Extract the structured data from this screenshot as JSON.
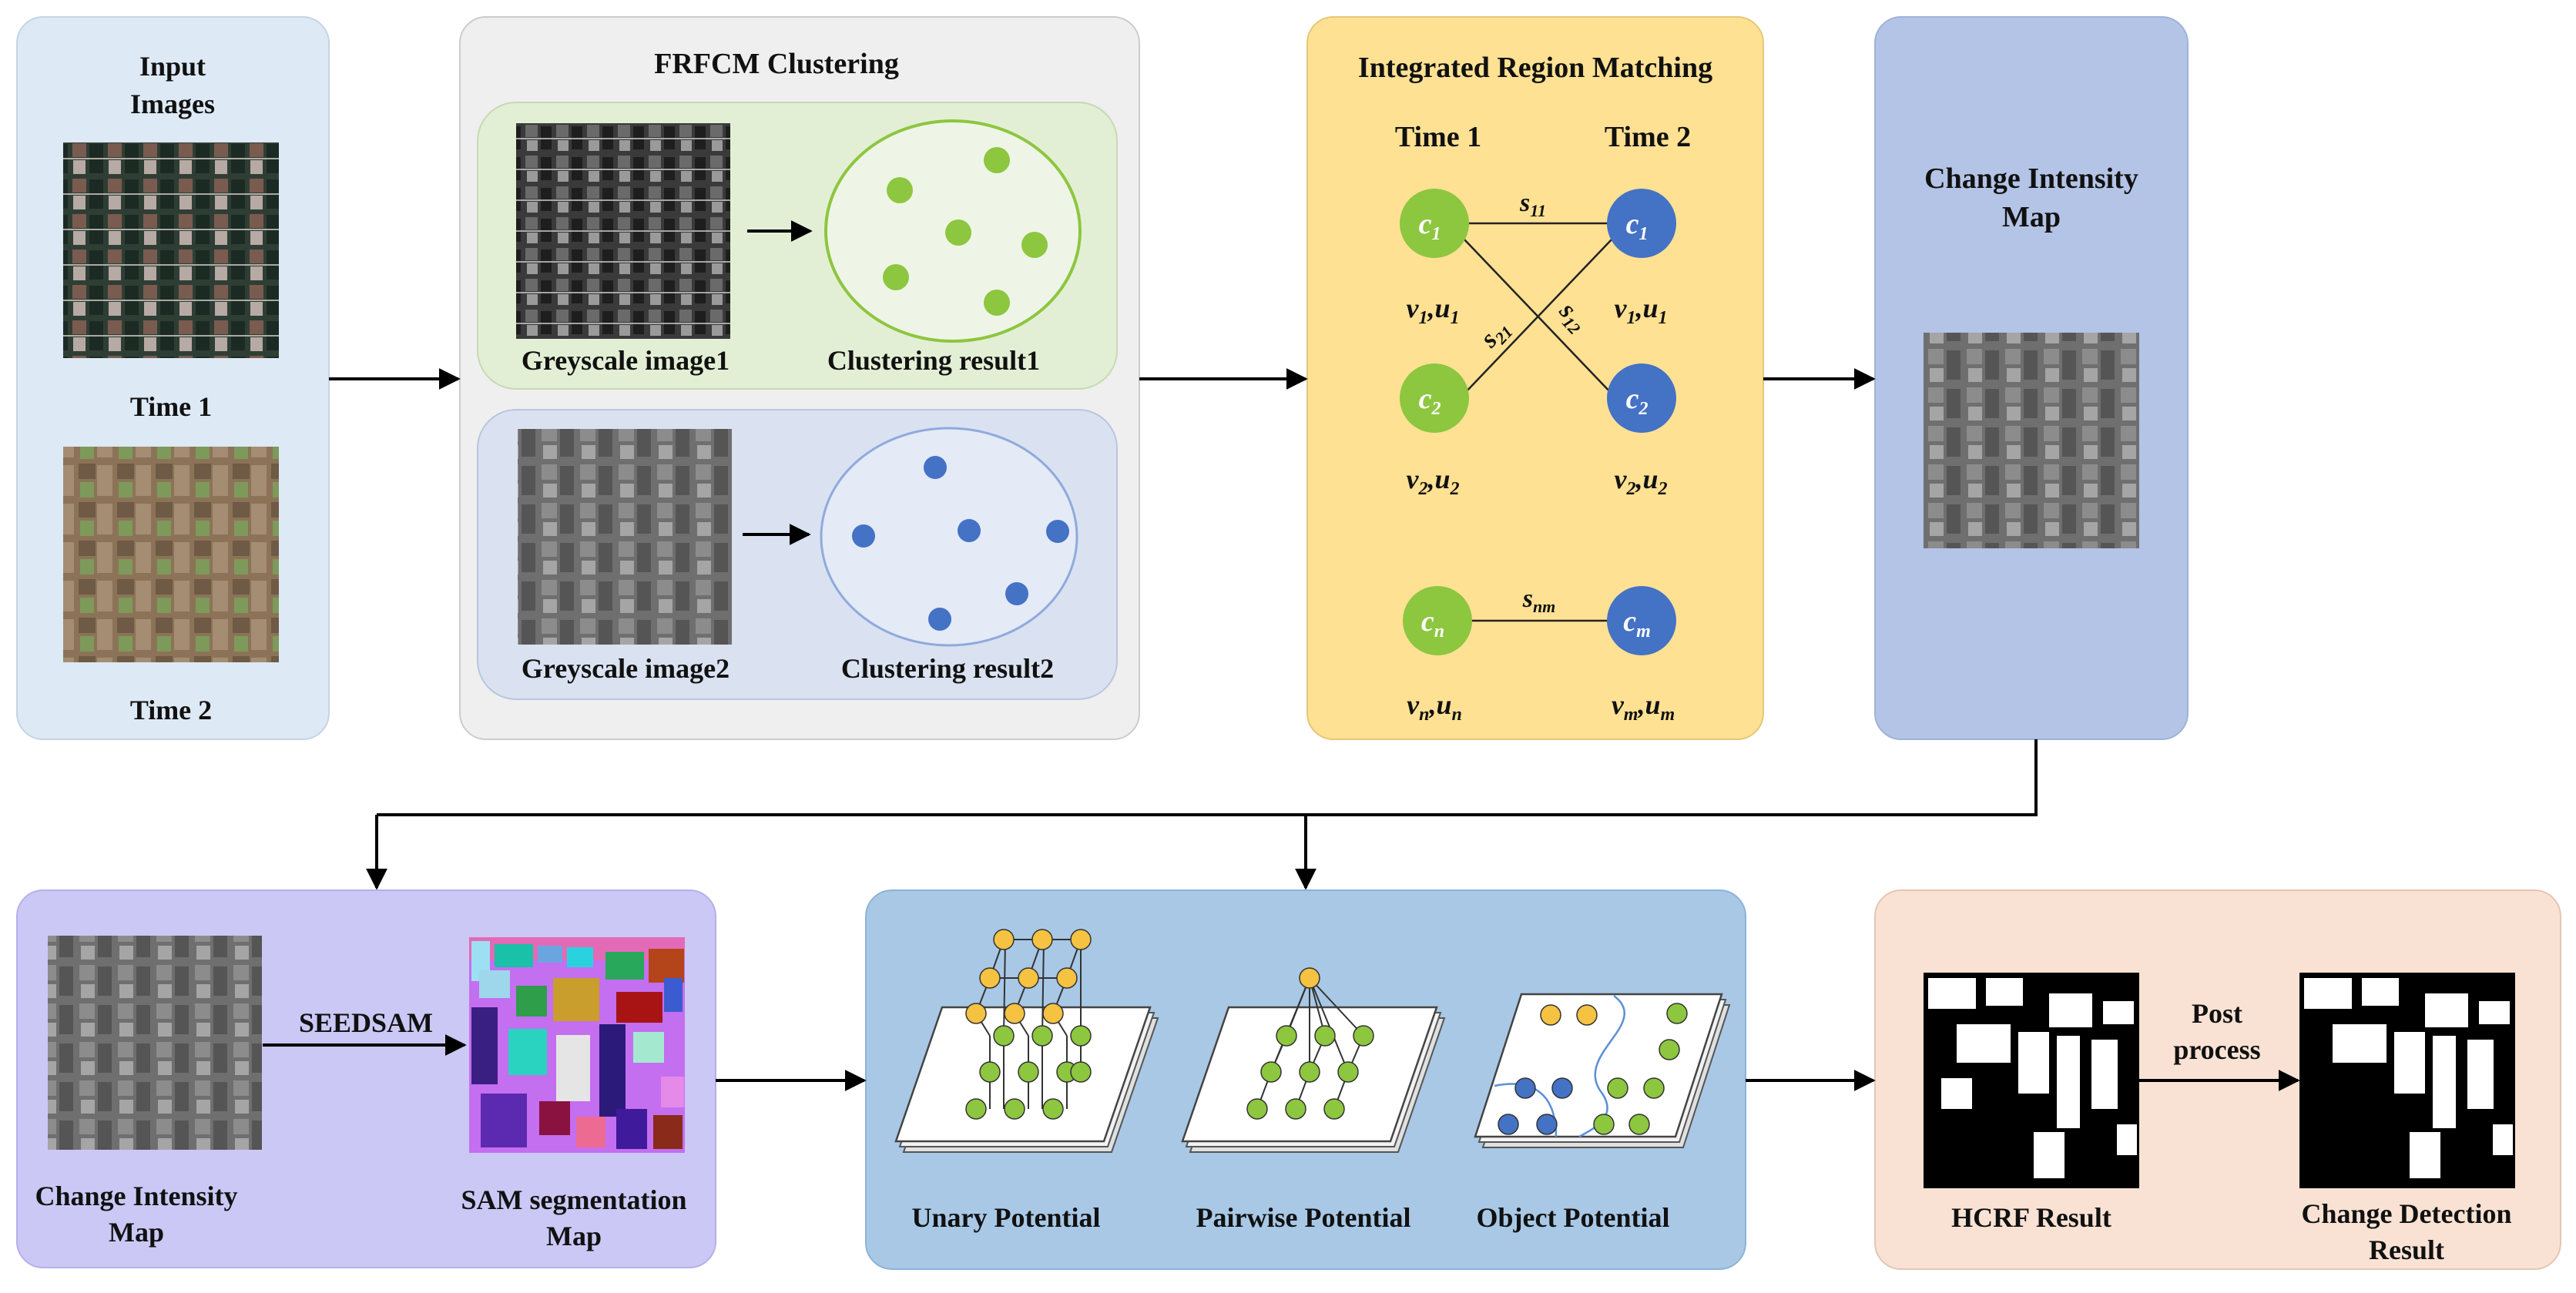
{
  "input_panel": {
    "title_line1": "Input",
    "title_line2": "Images",
    "time1": "Time 1",
    "time2": "Time 2"
  },
  "frfcm": {
    "title": "FRFCM Clustering",
    "grey1": "Greyscale image1",
    "grey2": "Greyscale image2",
    "cluster1": "Clustering result1",
    "cluster2": "Clustering result2"
  },
  "irm": {
    "title": "Integrated Region Matching",
    "time1": "Time 1",
    "time2": "Time 2",
    "c1": "c",
    "c2": "c",
    "cn": "c",
    "cm": "c",
    "sub1": "1",
    "sub2": "2",
    "subn": "n",
    "subm": "m",
    "s11": "s",
    "s11_sub": "11",
    "s12": "s",
    "s12_sub": "12",
    "s21": "s",
    "s21_sub": "21",
    "snm": "s",
    "snm_sub": "nm",
    "vu1_v": "v",
    "vu1_vs": "1",
    "vu1_u": "u",
    "vu1_us": "1",
    "vu2_v": "v",
    "vu2_vs": "2",
    "vu2_u": "u",
    "vu2_us": "2",
    "vun_v": "v",
    "vun_vs": "n",
    "vun_u": "u",
    "vun_us": "n",
    "vum_v": "v",
    "vum_vs": "m",
    "vum_u": "u",
    "vum_us": "m",
    "sep": ","
  },
  "cim_panel": {
    "title_line1": "Change Intensity",
    "title_line2": "Map"
  },
  "seedsam_panel": {
    "cim_line1": "Change Intensity",
    "cim_line2": "Map",
    "arrow_label": "SEEDSAM",
    "sam_line1": "SAM segmentation",
    "sam_line2": "Map"
  },
  "potentials": {
    "unary": "Unary Potential",
    "pairwise": "Pairwise Potential",
    "object": "Object Potential"
  },
  "result_panel": {
    "hcrf": "HCRF Result",
    "post_line1": "Post",
    "post_line2": "process",
    "cd_line1": "Change Detection",
    "cd_line2": "Result"
  },
  "colors": {
    "green_node": "#8dc63f",
    "blue_node": "#4472c4",
    "orange_node": "#f5c242",
    "input_bg": "#dde9f5",
    "frfcm_bg": "#efefef",
    "green_panel": "#e3efd5",
    "blue_panel": "#dae2f1",
    "irm_bg": "#ffe194",
    "cim_bg": "#b4c4e6",
    "seedsam_bg": "#cbc8f5",
    "potentials_bg": "#a8c8e6",
    "result_bg": "#f9e2d4"
  }
}
